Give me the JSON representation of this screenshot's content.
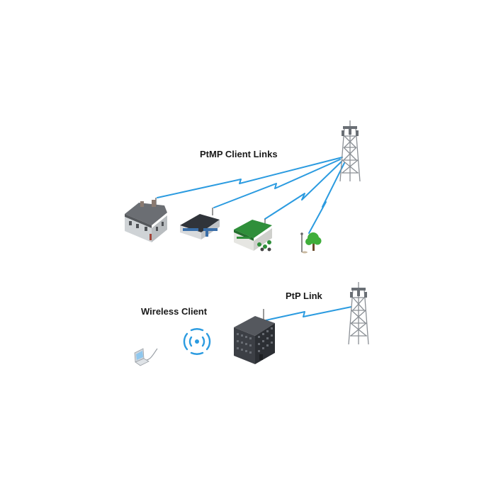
{
  "labels": {
    "ptmp": "PtMP Client Links",
    "ptp": "PtP Link",
    "wireless_client": "Wireless Client"
  },
  "colors": {
    "link": "#2b9be0",
    "tower": "#8a8f95",
    "tower_dark": "#6a6f75",
    "roof_house": "#6b6e73",
    "wall_house": "#cfd3d6",
    "roof_office": "#30343a",
    "roof_shop": "#2f8f3a",
    "building": "#3c3f45",
    "tree": "#3fae3a"
  },
  "icons": [
    "tower-icon",
    "house-icon",
    "office-icon",
    "shop-icon",
    "tree-icon",
    "building-icon",
    "laptop-icon",
    "wireless-signal-icon"
  ]
}
